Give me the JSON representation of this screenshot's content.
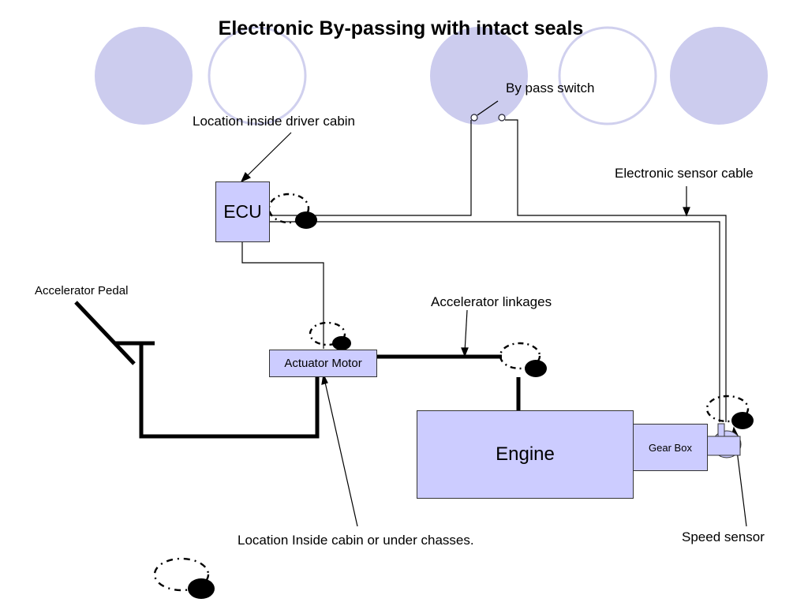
{
  "title": "Electronic By-passing with intact seals",
  "labels": {
    "bypass_switch": "By pass switch",
    "location_driver_cabin": "Location inside driver cabin",
    "electronic_sensor_cable": "Electronic sensor cable",
    "accelerator_pedal": "Accelerator Pedal",
    "accelerator_linkages": "Accelerator linkages",
    "location_cabin_chassis": "Location Inside cabin or under chasses.",
    "speed_sensor": "Speed sensor"
  },
  "boxes": {
    "ecu": "ECU",
    "actuator_motor": "Actuator Motor",
    "engine": "Engine",
    "gear_box": "Gear Box"
  },
  "colors": {
    "decor_fill": "#ccccee",
    "decor_outline": "#d0d0ee",
    "box_fill": "#ccccff",
    "line": "#000000"
  },
  "icons": [
    "seal-icon",
    "switch-icon"
  ]
}
